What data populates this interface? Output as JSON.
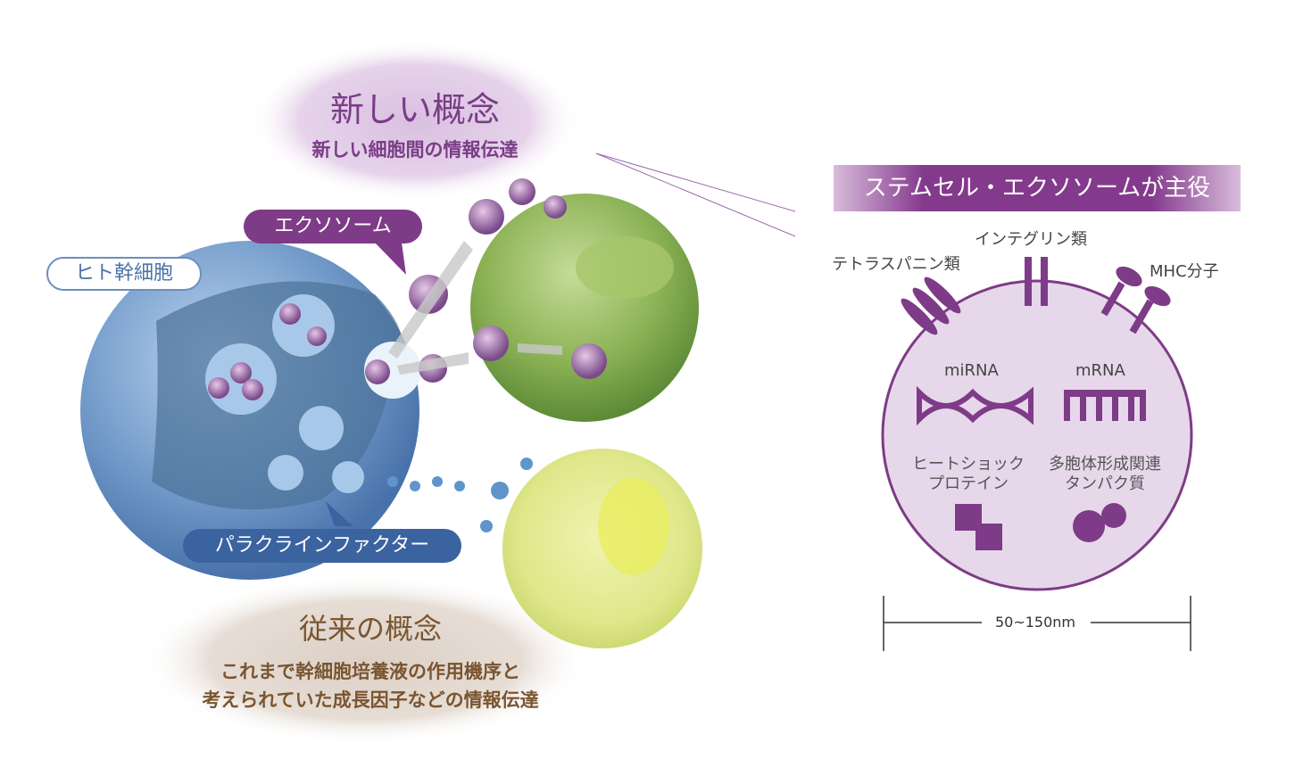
{
  "new_concept": {
    "title": "新しい概念",
    "subtitle": "新しい細胞間の情報伝達"
  },
  "old_concept": {
    "title": "従来の概念",
    "line1": "これまで幹細胞培養液の作用機序と",
    "line2": "考えられていた成長因子などの情報伝達"
  },
  "labels": {
    "exosome": "エクソソーム",
    "paracrine": "パラクラインファクター",
    "stem_cell": "ヒト幹細胞"
  },
  "panel": {
    "title": "ステムセル・エクソソームが主役",
    "integrin": "インテグリン類",
    "tetraspanin": "テトラスパニン類",
    "mhc": "MHC分子",
    "mirna": "miRNA",
    "mrna": "mRNA",
    "hsp_line1": "ヒートショック",
    "hsp_line2": "プロテイン",
    "multi_line1": "多胞体形成関連",
    "multi_line2": "タンパク質",
    "scale": "50~150nm"
  },
  "colors": {
    "purple": "#7e3b87",
    "brown": "#7a5530",
    "blue": "#3a63a0",
    "green": "#7fa84a",
    "yellow": "#d8e070"
  }
}
